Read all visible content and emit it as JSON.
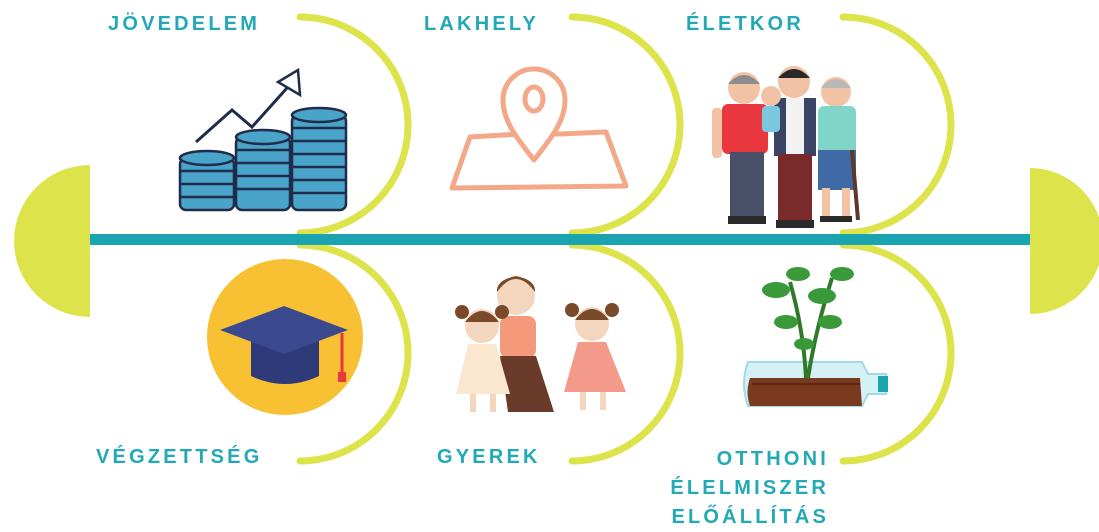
{
  "colors": {
    "accent_line": "#1aa4b0",
    "arc": "#dde34a",
    "label": "#22a9b6",
    "coin": "#4aa3c8",
    "coin_outline": "#1f2d4a",
    "pin": "#f4a88a",
    "cap": "#3b4a8f",
    "circle": "#f8c033"
  },
  "labels": {
    "income": "JÖVEDELEM",
    "residence": "LAKHELY",
    "age": "ÉLETKOR",
    "education": "VÉGZETTSÉG",
    "children": "GYEREK",
    "food_line1": "OTTHONI",
    "food_line2": "ÉLELMISZER",
    "food_line3": "ELŐÁLLÍTÁS"
  },
  "icons": {
    "income": "coins-growth-chart-icon",
    "residence": "map-pin-icon",
    "age": "family-generations-icon",
    "education": "graduation-cap-icon",
    "children": "mother-children-icon",
    "food": "bottle-garden-icon"
  }
}
